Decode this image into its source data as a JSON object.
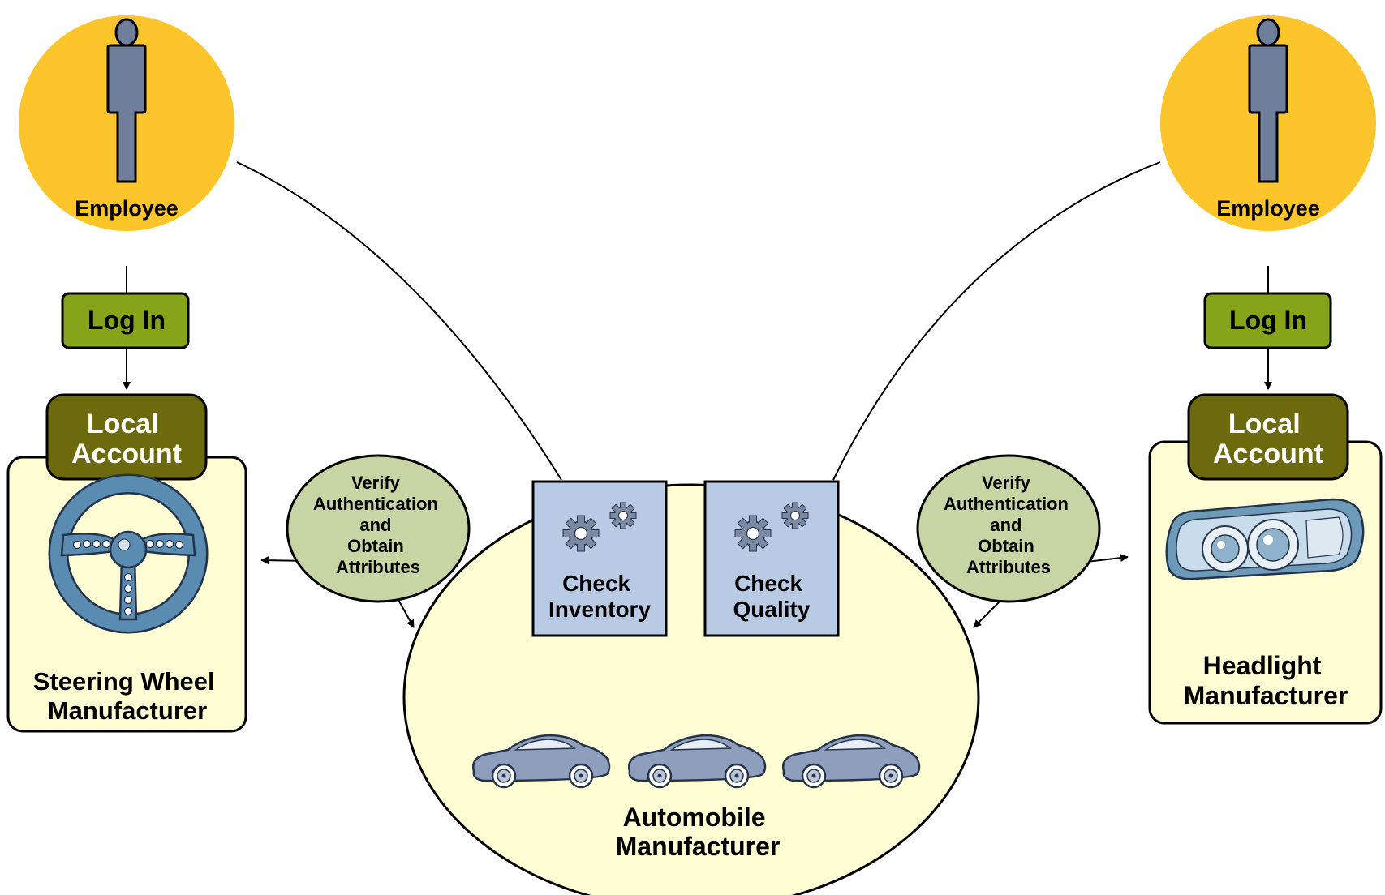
{
  "left": {
    "employee_label": "Employee",
    "login_label": "Log In",
    "local_account": [
      "Local",
      "Account"
    ],
    "manufacturer": [
      "Steering Wheel",
      "Manufacturer"
    ],
    "verify": [
      "Verify",
      "Authentication",
      "and",
      "Obtain",
      "Attributes"
    ]
  },
  "right": {
    "employee_label": "Employee",
    "login_label": "Log In",
    "local_account": [
      "Local",
      "Account"
    ],
    "manufacturer": [
      "Headlight",
      "Manufacturer"
    ],
    "verify": [
      "Verify",
      "Authentication",
      "and",
      "Obtain",
      "Attributes"
    ]
  },
  "center": {
    "service_inventory": [
      "Check",
      "Inventory"
    ],
    "service_quality": [
      "Check",
      "Quality"
    ],
    "manufacturer": [
      "Automobile",
      "Manufacturer"
    ]
  },
  "colors": {
    "employee_circle": "#FCC52B",
    "person": "#6F7F9B",
    "login_box": "#86A41A",
    "local_account": "#6D6A0E",
    "panel": "#FFFDD3",
    "verify_bubble": "#C7D4A4",
    "service_box": "#B9CAE4",
    "vehicle": "#8E9FBE",
    "steering_wheel": "#5A8BB0"
  },
  "icons": [
    "person-icon",
    "steering-wheel-icon",
    "headlight-icon",
    "gears-icon",
    "car-icon"
  ]
}
